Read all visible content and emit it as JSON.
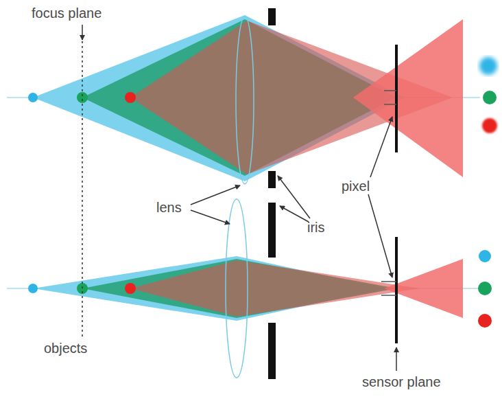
{
  "diagram": {
    "labels": [
      "focus plane",
      "objects",
      "lens",
      "iris",
      "pixel",
      "sensor plane"
    ]
  }
}
